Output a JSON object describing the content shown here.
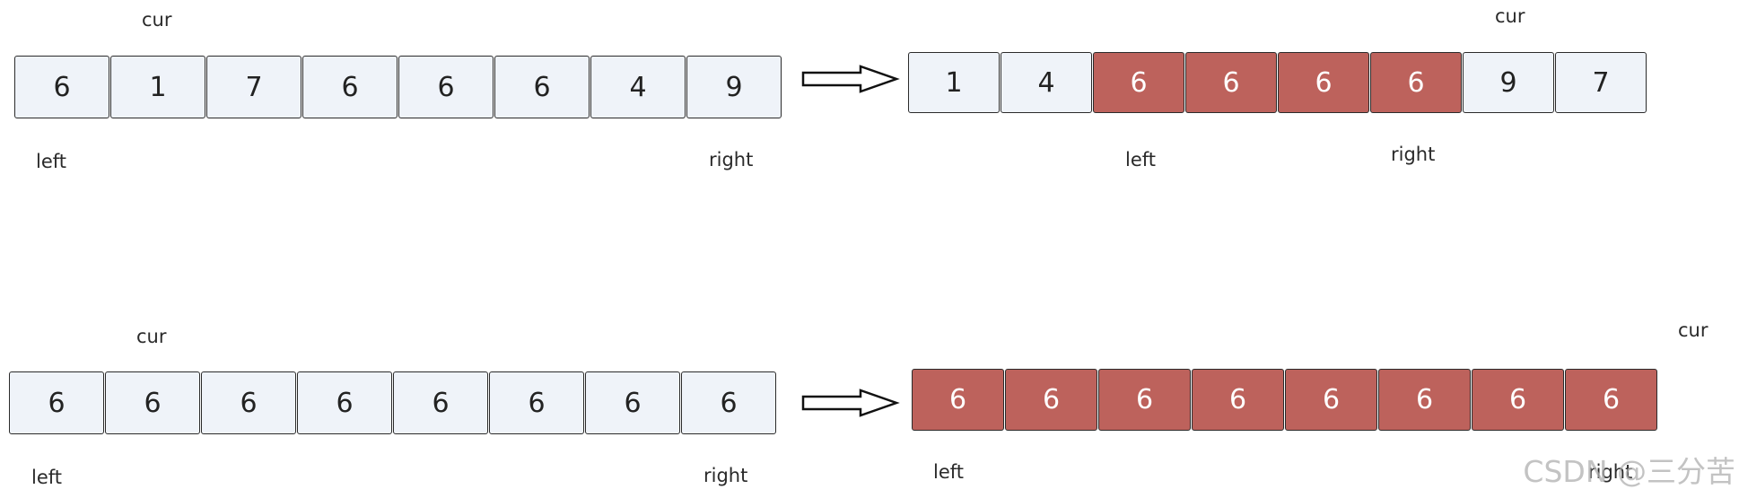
{
  "diagrams": [
    {
      "before": {
        "cells": [
          "6",
          "1",
          "7",
          "6",
          "6",
          "6",
          "4",
          "9"
        ],
        "highlight": [],
        "cur": "cur",
        "left": "left",
        "right": "right"
      },
      "after": {
        "cells": [
          "1",
          "4",
          "6",
          "6",
          "6",
          "6",
          "9",
          "7"
        ],
        "highlight": [
          2,
          3,
          4,
          5
        ],
        "cur": "cur",
        "left": "left",
        "right": "right"
      }
    },
    {
      "before": {
        "cells": [
          "6",
          "6",
          "6",
          "6",
          "6",
          "6",
          "6",
          "6"
        ],
        "highlight": [],
        "cur": "cur",
        "left": "left",
        "right": "right"
      },
      "after": {
        "cells": [
          "6",
          "6",
          "6",
          "6",
          "6",
          "6",
          "6",
          "6"
        ],
        "highlight": [
          0,
          1,
          2,
          3,
          4,
          5,
          6,
          7
        ],
        "cur": "cur",
        "left": "left",
        "right": "right"
      }
    }
  ],
  "colors": {
    "cell_fill": "#eff3f9",
    "highlight_fill": "#bd625c",
    "border": "#2b2b2b"
  },
  "watermark": "CSDN @三分苦"
}
